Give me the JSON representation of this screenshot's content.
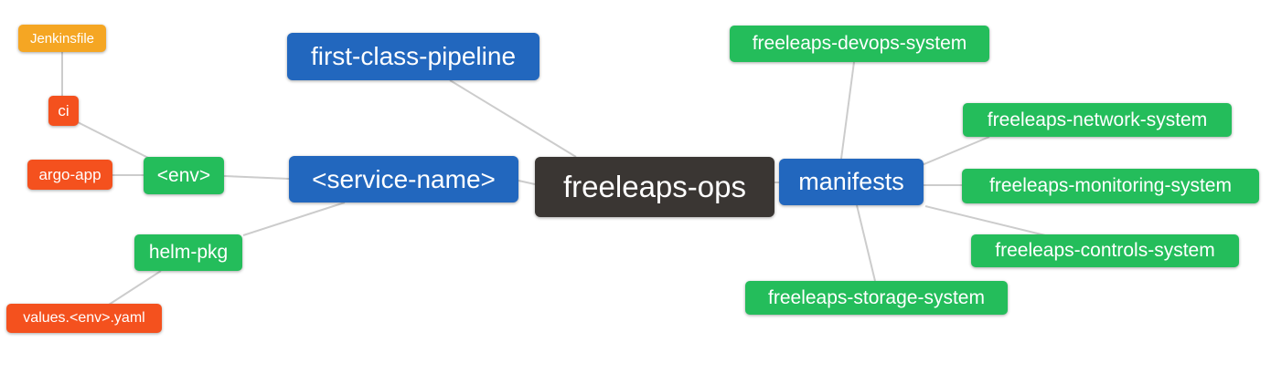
{
  "diagram": {
    "title": "freeleaps-ops mind map",
    "background": "#ffffff",
    "edge_color": "#cccccc"
  },
  "colors": {
    "blue": "#2267be",
    "green": "#24bd5b",
    "orange_red": "#f4511e",
    "amber": "#f5a623",
    "dark": "#3a3633"
  },
  "nodes": {
    "jenkinsfile": {
      "label": "Jenkinsfile",
      "color": "amber"
    },
    "ci": {
      "label": "ci",
      "color": "orange_red"
    },
    "argo_app": {
      "label": "argo-app",
      "color": "orange_red"
    },
    "env": {
      "label": "<env>",
      "color": "green"
    },
    "helm_pkg": {
      "label": "helm-pkg",
      "color": "green"
    },
    "values_env_yaml": {
      "label": "values.<env>.yaml",
      "color": "orange_red"
    },
    "first_class_pipeline": {
      "label": "first-class-pipeline",
      "color": "blue"
    },
    "service_name": {
      "label": "<service-name>",
      "color": "blue"
    },
    "freeleaps_ops": {
      "label": "freeleaps-ops",
      "color": "dark"
    },
    "manifests": {
      "label": "manifests",
      "color": "blue"
    },
    "devops_system": {
      "label": "freeleaps-devops-system",
      "color": "green"
    },
    "network_system": {
      "label": "freeleaps-network-system",
      "color": "green"
    },
    "monitoring_system": {
      "label": "freeleaps-monitoring-system",
      "color": "green"
    },
    "controls_system": {
      "label": "freeleaps-controls-system",
      "color": "green"
    },
    "storage_system": {
      "label": "freeleaps-storage-system",
      "color": "green"
    }
  },
  "edges": [
    {
      "from": "jenkinsfile",
      "to": "ci"
    },
    {
      "from": "ci",
      "to": "env"
    },
    {
      "from": "argo_app",
      "to": "env"
    },
    {
      "from": "env",
      "to": "service_name"
    },
    {
      "from": "first_class_pipeline",
      "to": "freeleaps_ops"
    },
    {
      "from": "service_name",
      "to": "freeleaps_ops"
    },
    {
      "from": "service_name",
      "to": "helm_pkg"
    },
    {
      "from": "helm_pkg",
      "to": "values_env_yaml"
    },
    {
      "from": "freeleaps_ops",
      "to": "manifests"
    },
    {
      "from": "manifests",
      "to": "devops_system"
    },
    {
      "from": "manifests",
      "to": "network_system"
    },
    {
      "from": "manifests",
      "to": "monitoring_system"
    },
    {
      "from": "manifests",
      "to": "controls_system"
    },
    {
      "from": "manifests",
      "to": "storage_system"
    }
  ]
}
